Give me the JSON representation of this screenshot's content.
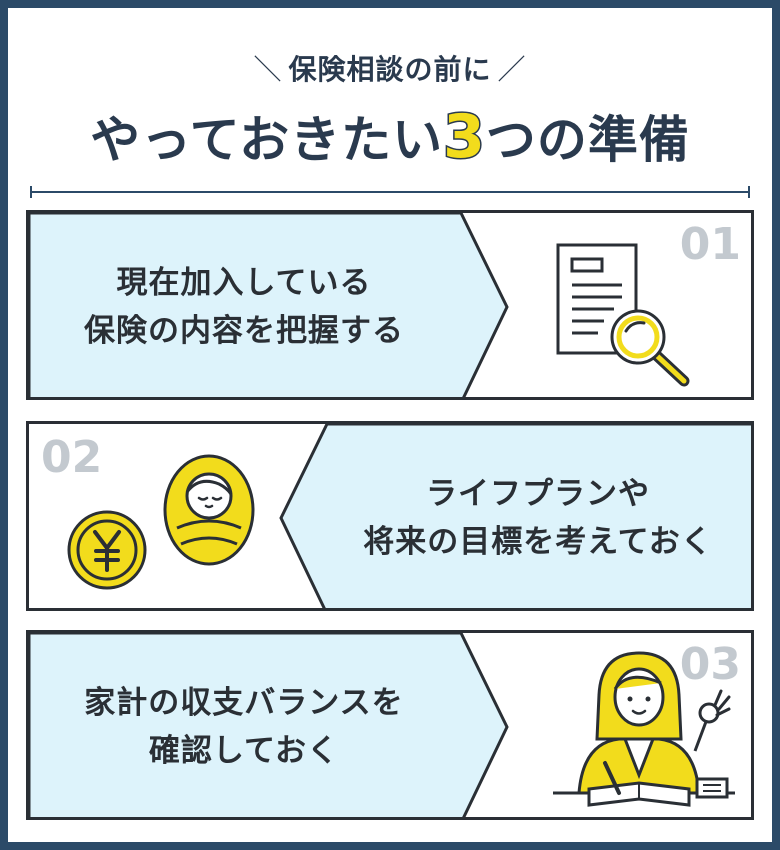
{
  "header": {
    "subtitle": "保険相談の前に",
    "title_before": "やっておきたい",
    "title_number": "3",
    "title_after": "つの準備"
  },
  "cards": [
    {
      "number": "01",
      "text_line1": "現在加入している",
      "text_line2": "保険の内容を把握する",
      "icon": "document-magnifier-icon"
    },
    {
      "number": "02",
      "text_line1": "ライフプランや",
      "text_line2": "将来の目標を考えておく",
      "icon": "yen-coin-baby-icon"
    },
    {
      "number": "03",
      "text_line1": "家計の収支バランスを",
      "text_line2": "確認しておく",
      "icon": "woman-ok-sign-icon"
    }
  ],
  "colors": {
    "navy": "#2b4a68",
    "accent_yellow": "#f2dc1c",
    "band_blue": "#ddf3fb",
    "number_gray": "#c3c9cf"
  }
}
